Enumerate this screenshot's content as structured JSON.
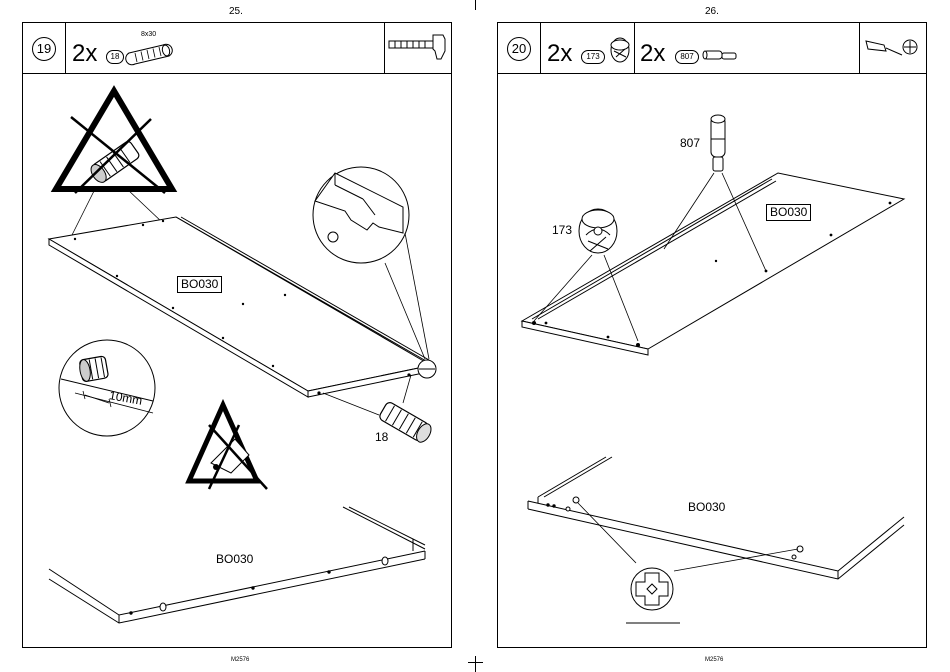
{
  "pages": [
    {
      "page_number": "25.",
      "step": "19",
      "footer": "M2576",
      "header": {
        "quantity": "2x",
        "part_id": "18",
        "part_size": "8x30"
      },
      "labels": {
        "panel_top": "BO030",
        "panel_bottom": "BO030",
        "dowel": "18",
        "depth": "10mm"
      },
      "icons": [
        "dowel-icon",
        "hammer-icon",
        "no-hammer-warning-icon",
        "no-glue-warning-icon"
      ]
    },
    {
      "page_number": "26.",
      "step": "20",
      "footer": "M2576",
      "header": {
        "quantity_a": "2x",
        "part_a_id": "173",
        "quantity_b": "2x",
        "part_b_id": "807"
      },
      "labels": {
        "pin": "807",
        "cam": "173",
        "panel_top": "BO030",
        "panel_bottom": "BO030"
      },
      "icons": [
        "cam-lock-icon",
        "connector-pin-icon",
        "screwdriver-icon",
        "cross-head-icon"
      ]
    }
  ]
}
